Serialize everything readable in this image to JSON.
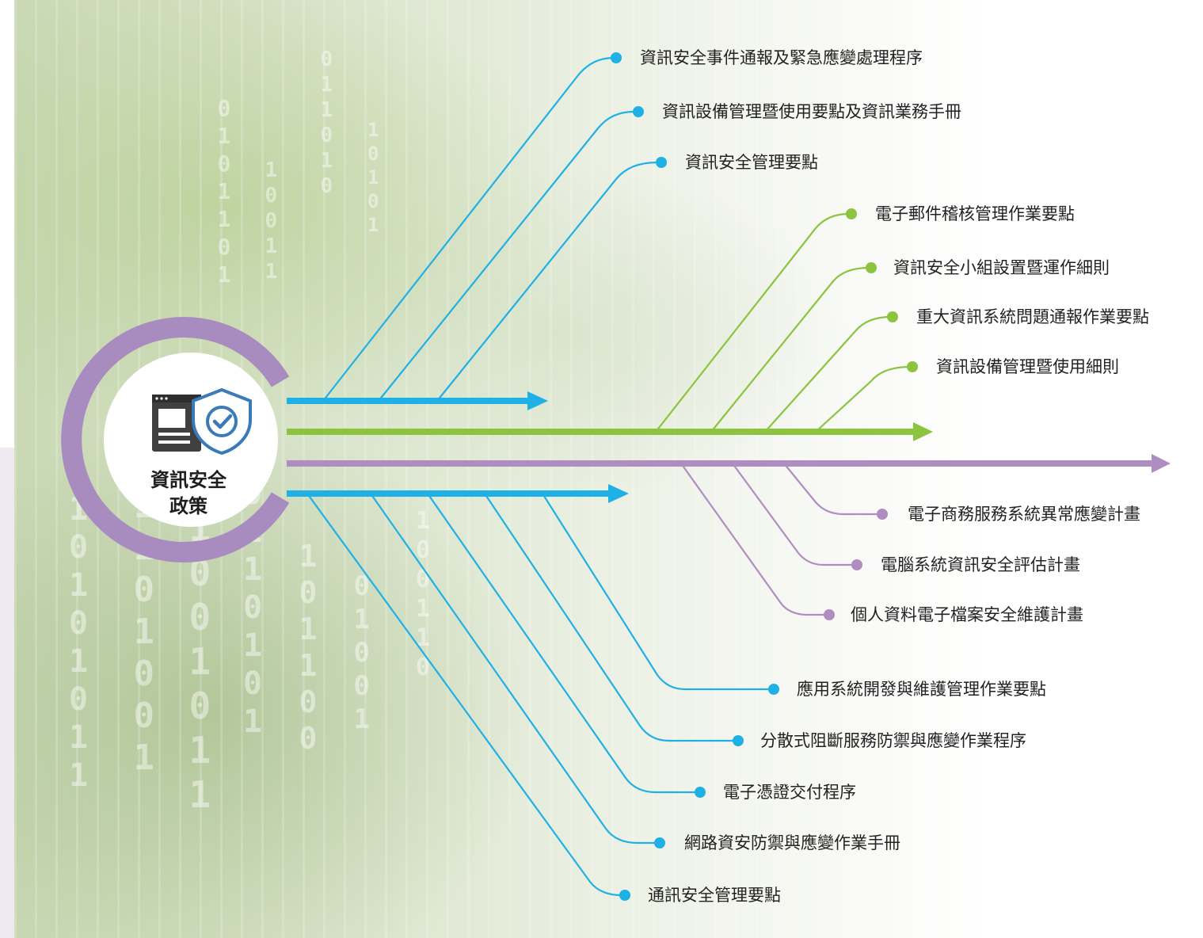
{
  "hub": {
    "title_line1": "資訊安全",
    "title_line2": "政策",
    "icon": "shield-check-icon"
  },
  "colors": {
    "blue": "#1fb0e6",
    "green": "#8cc33f",
    "purple": "#b08dc0"
  },
  "branches": {
    "blue_top": [
      "資訊安全事件通報及緊急應變處理程序",
      "資訊設備管理暨使用要點及資訊業務手冊",
      "資訊安全管理要點"
    ],
    "green_top": [
      "電子郵件稽核管理作業要點",
      "資訊安全小組設置暨運作細則",
      "重大資訊系統問題通報作業要點",
      "資訊設備管理暨使用細則"
    ],
    "purple_bottom": [
      "電子商務服務系統異常應變計畫",
      "電腦系統資訊安全評估計畫",
      "個人資料電子檔案安全維護計畫"
    ],
    "blue_bottom": [
      "應用系統開發與維護管理作業要點",
      "分散式阻斷服務防禦與應變作業程序",
      "電子憑證交付程序",
      "網路資安防禦與應變作業手冊",
      "通訊安全管理要點"
    ]
  }
}
